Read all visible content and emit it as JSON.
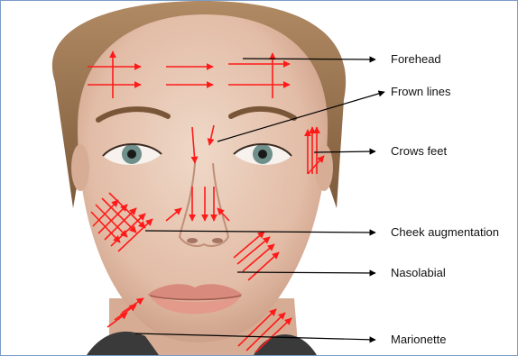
{
  "title": "",
  "labels": {
    "forehead": "Forehead",
    "frown_lines": "Frown lines",
    "crows_feet": "Crows feet",
    "cheek_augmentation": "Cheek augmentation",
    "nasolabial": "Nasolabial",
    "marionette": "Marionette"
  },
  "colors": {
    "injection_arrows": "#ff1a1a",
    "leader_lines": "#000000",
    "border": "#7a9cc7"
  },
  "icons": [
    "arrowhead-icon"
  ]
}
